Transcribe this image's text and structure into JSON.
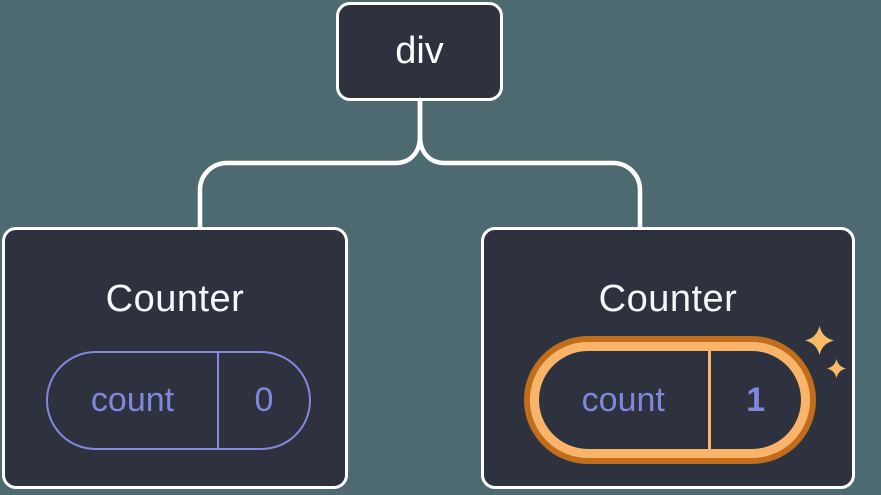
{
  "diagram": {
    "description": "Component tree diagram: a div root element with two Counter children; the second Counter's state pill is highlighted",
    "colors": {
      "background": "#4d6a70",
      "node_fill": "#2d323e",
      "node_border": "#ffffff",
      "connector": "#ffffff",
      "state_purple": "#8389de",
      "highlight_orange_dark": "#c06e1c",
      "highlight_orange_light": "#f9b469",
      "sparkle": "#f9ba68"
    },
    "root": {
      "label": "div"
    },
    "children": [
      {
        "title": "Counter",
        "state_key": "count",
        "state_value": "0",
        "highlighted": false
      },
      {
        "title": "Counter",
        "state_key": "count",
        "state_value": "1",
        "highlighted": true,
        "icons": [
          "sparkle-icon-large",
          "sparkle-icon-small"
        ]
      }
    ]
  }
}
